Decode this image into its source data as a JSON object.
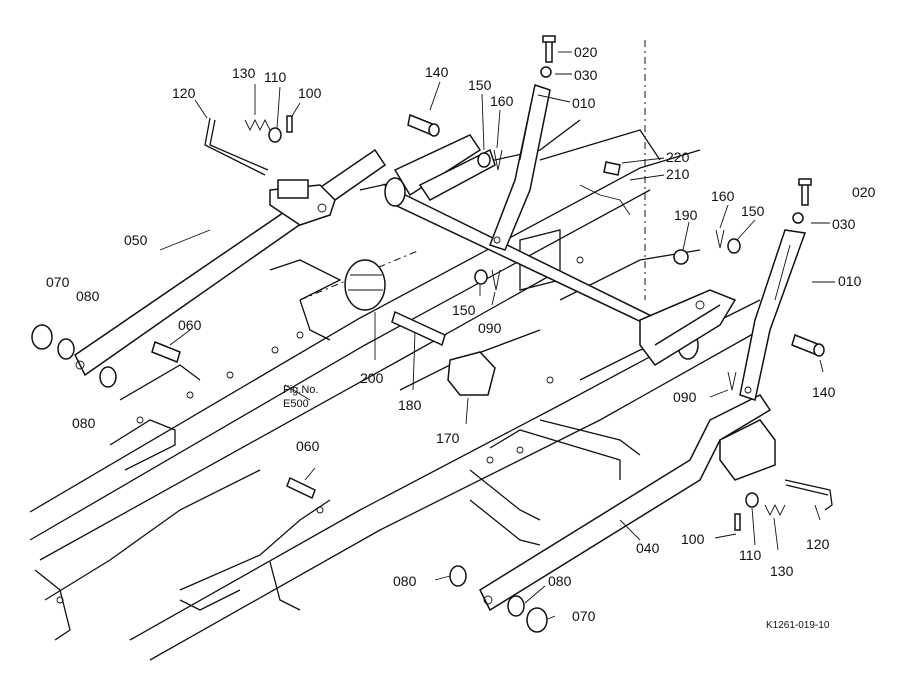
{
  "labels": {
    "p020a": "020",
    "p030a": "030",
    "p010a": "010",
    "p140a": "140",
    "p150a": "150",
    "p160a": "160",
    "p130": "130",
    "p110a": "110",
    "p100a": "100",
    "p120a": "120",
    "p220": "220",
    "p210": "210",
    "p050": "050",
    "p070a": "070",
    "p080a": "080",
    "p060a": "060",
    "p080b": "080",
    "p200": "200",
    "p180": "180",
    "p170": "170",
    "p150b": "150",
    "p090a": "090",
    "p190": "190",
    "p160b": "160",
    "p150c": "150",
    "p020b": "020",
    "p030b": "030",
    "p010b": "010",
    "p140b": "140",
    "p090b": "090",
    "p060b": "060",
    "p040": "040",
    "p100b": "100",
    "p110b": "110",
    "p130b": "130",
    "p120b": "120",
    "p080c": "080",
    "p080d": "080",
    "p070b": "070"
  },
  "fig_ref": {
    "line1": "Fig.No.",
    "line2": "E500"
  },
  "drawing_code": "K1261-019-10"
}
